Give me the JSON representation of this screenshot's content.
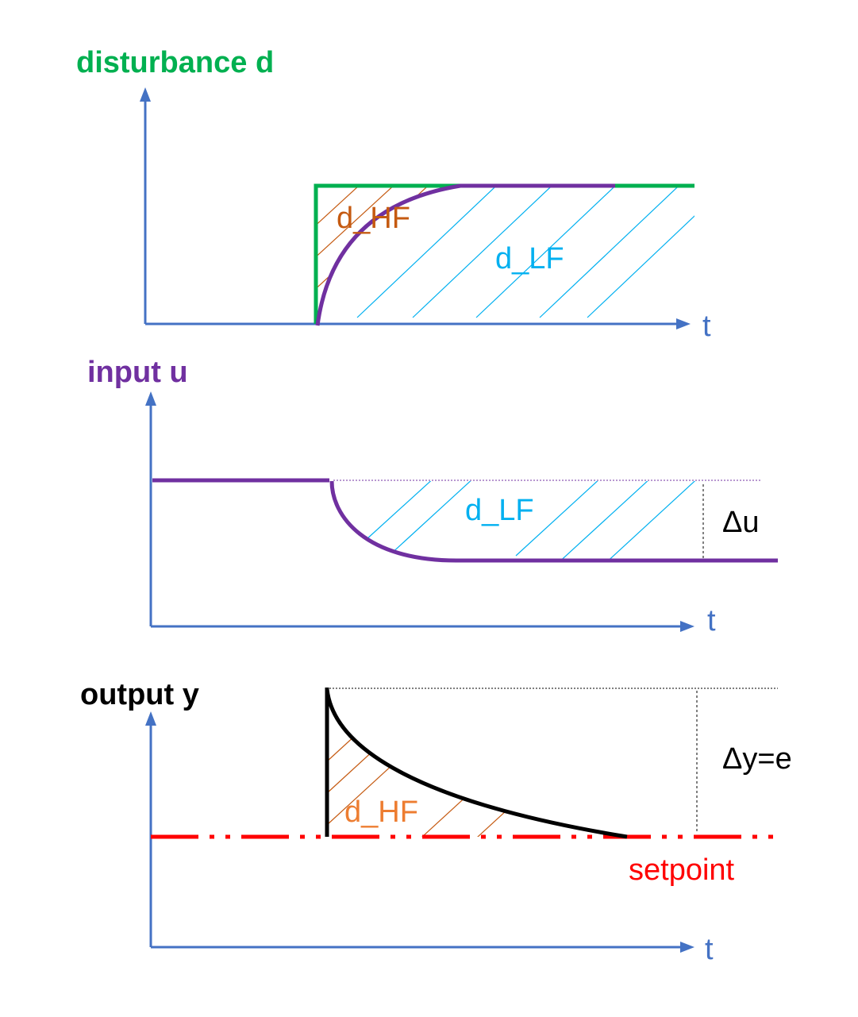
{
  "panels": {
    "disturbance": {
      "title": "disturbance d",
      "time_axis": "t",
      "hf_label": "d_HF",
      "lf_label": "d_LF"
    },
    "input": {
      "title": "input u",
      "time_axis": "t",
      "lf_label": "d_LF",
      "delta_label": "Δu"
    },
    "output": {
      "title": "output y",
      "time_axis": "t",
      "hf_label": "d_HF",
      "delta_label": "Δy=e",
      "setpoint_label": "setpoint"
    }
  },
  "colors": {
    "axis": "#4472c4",
    "disturbance": "#00b050",
    "input": "#7030a0",
    "output": "#000000",
    "setpoint": "#ff0000",
    "hf_hatch": "#c55a11",
    "hf_text_top": "#c55a11",
    "hf_text_bottom": "#ed7d31",
    "lf_hatch": "#00b0f0",
    "lf_text": "#00b0f0",
    "title_input": "#7030a0",
    "title_disturbance": "#00b050",
    "title_output": "#000000"
  }
}
